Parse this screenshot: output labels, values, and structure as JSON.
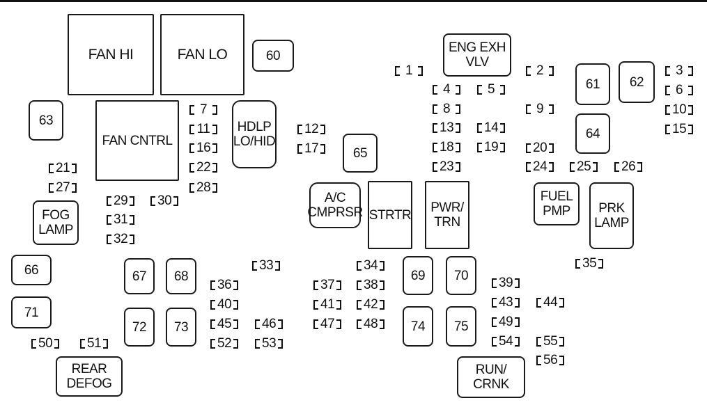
{
  "components": [
    {
      "id": "fan-hi",
      "label": "FAN HI"
    },
    {
      "id": "fan-lo",
      "label": "FAN LO"
    },
    {
      "id": "fuse-60",
      "label": "60"
    },
    {
      "id": "eng-exh-vlv",
      "label": "ENG EXH\nVLV"
    },
    {
      "id": "fuse-61",
      "label": "61"
    },
    {
      "id": "fuse-62",
      "label": "62"
    },
    {
      "id": "fuse-63",
      "label": "63"
    },
    {
      "id": "fan-cntrl",
      "label": "FAN CNTRL"
    },
    {
      "id": "hdlp-lo-hid",
      "label": "HDLP\nLO/HID"
    },
    {
      "id": "fuse-65",
      "label": "65"
    },
    {
      "id": "fuse-64",
      "label": "64"
    },
    {
      "id": "ac-cmprsr",
      "label": "A/C\nCMPRSR"
    },
    {
      "id": "strtr",
      "label": "STRTR"
    },
    {
      "id": "pwr-trn",
      "label": "PWR/\nTRN"
    },
    {
      "id": "fuel-pmp",
      "label": "FUEL\nPMP"
    },
    {
      "id": "prk-lamp",
      "label": "PRK\nLAMP"
    },
    {
      "id": "fog-lamp",
      "label": "FOG\nLAMP"
    },
    {
      "id": "fuse-66",
      "label": "66"
    },
    {
      "id": "fuse-67",
      "label": "67"
    },
    {
      "id": "fuse-68",
      "label": "68"
    },
    {
      "id": "fuse-69",
      "label": "69"
    },
    {
      "id": "fuse-70",
      "label": "70"
    },
    {
      "id": "fuse-71",
      "label": "71"
    },
    {
      "id": "fuse-72",
      "label": "72"
    },
    {
      "id": "fuse-73",
      "label": "73"
    },
    {
      "id": "fuse-74",
      "label": "74"
    },
    {
      "id": "fuse-75",
      "label": "75"
    },
    {
      "id": "rear-defog",
      "label": "REAR\nDEFOG"
    },
    {
      "id": "run-crnk",
      "label": "RUN/\nCRNK"
    }
  ],
  "slots": [
    "1",
    "2",
    "3",
    "4",
    "5",
    "6",
    "7",
    "8",
    "9",
    "10",
    "11",
    "12",
    "13",
    "14",
    "15",
    "16",
    "17",
    "18",
    "19",
    "20",
    "21",
    "22",
    "23",
    "24",
    "25",
    "26",
    "27",
    "28",
    "29",
    "30",
    "31",
    "32",
    "33",
    "34",
    "35",
    "36",
    "37",
    "38",
    "39",
    "40",
    "41",
    "42",
    "43",
    "44",
    "45",
    "46",
    "47",
    "48",
    "49",
    "50",
    "51",
    "52",
    "53",
    "54",
    "55",
    "56"
  ]
}
